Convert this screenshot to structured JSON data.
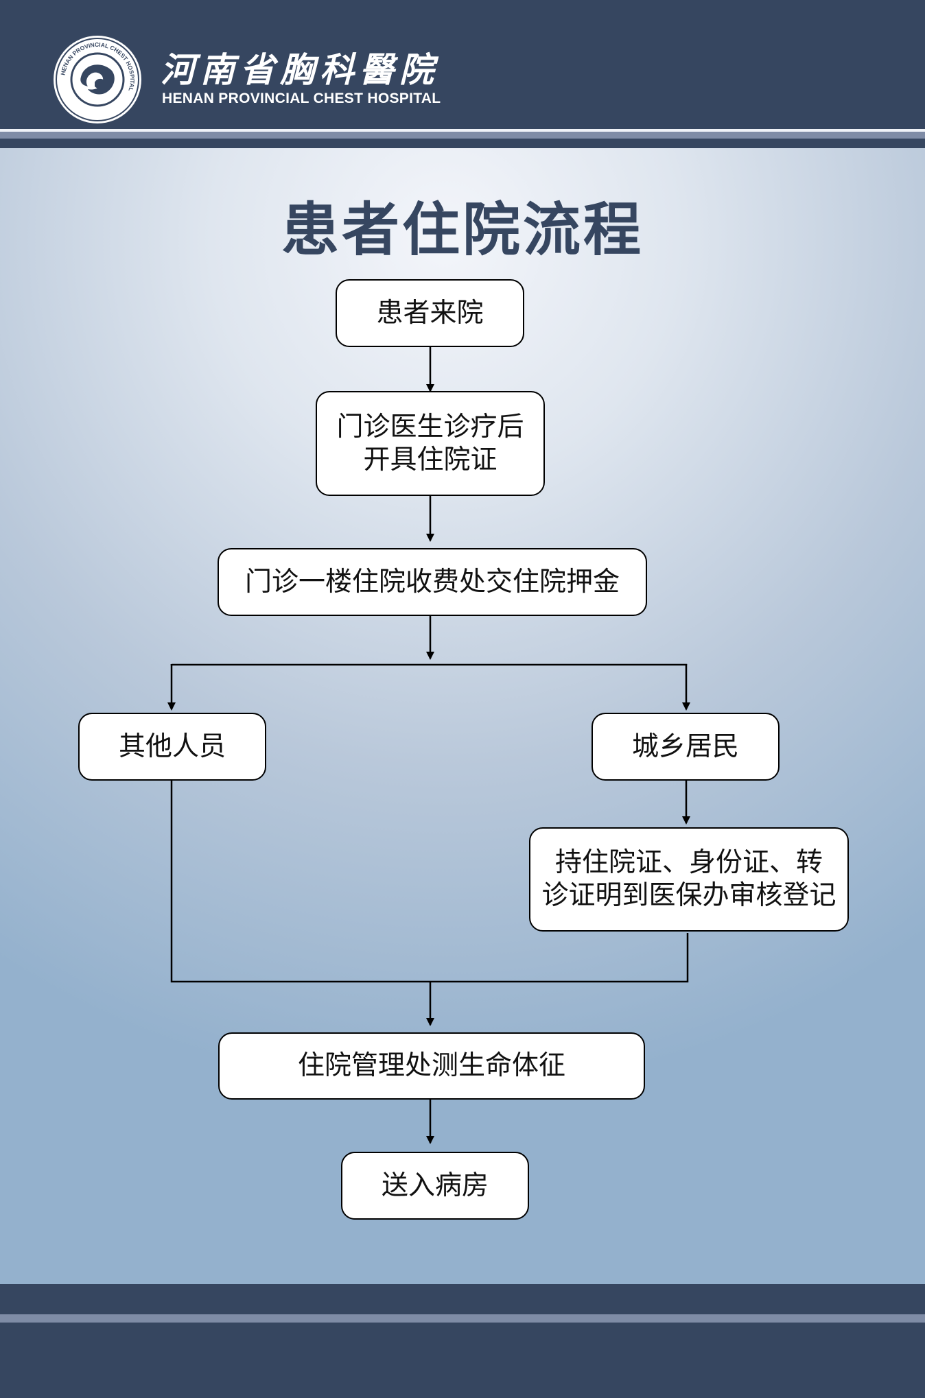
{
  "header": {
    "hospital_name_cn": "河南省胸科醫院",
    "hospital_name_en": "HENAN PROVINCIAL CHEST HOSPITAL",
    "logo_ring_text": "HENAN PROVINCIAL CHEST HOSPITAL"
  },
  "title": "患者住院流程",
  "nodes": {
    "patient_arrives": "患者来院",
    "outpatient_doctor": "门诊医生诊疗后\n开具住院证",
    "deposit": "门诊一楼住院收费处交住院押金",
    "other_persons": "其他人员",
    "urban_rural_residents": "城乡居民",
    "insurance_review": "持住院证、身份证、转\n诊证明到医保办审核登记",
    "vital_signs": "住院管理处测生命体征",
    "to_ward": "送入病房"
  },
  "colors": {
    "header_bg": "#364660",
    "stripe": "#7f8ca6",
    "title": "#364660",
    "node_border": "#000000",
    "node_bg": "#ffffff"
  }
}
